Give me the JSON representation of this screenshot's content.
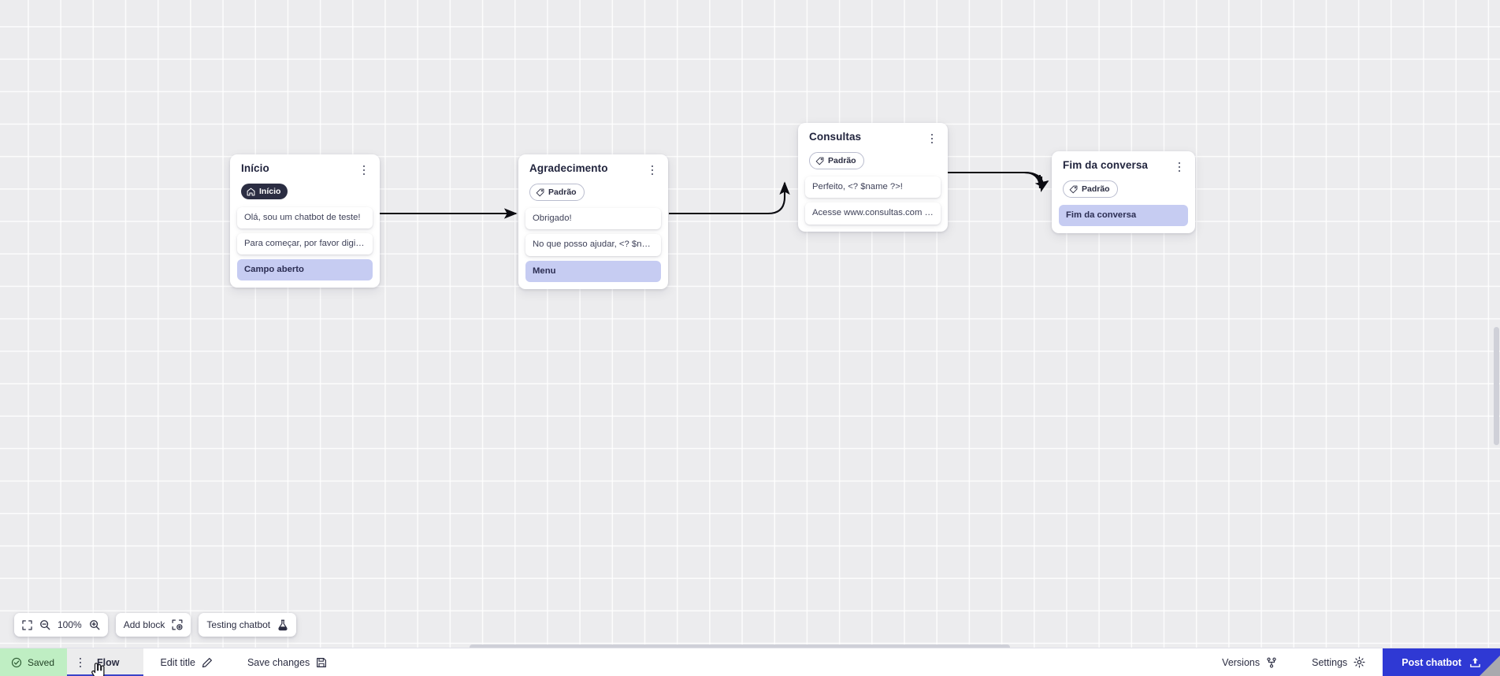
{
  "canvas": {
    "zoom_level": "100%",
    "nodes": [
      {
        "id": "inicio",
        "title": "Início",
        "badge": {
          "label": "Início",
          "icon": "home-icon",
          "style": "dark"
        },
        "rows": [
          {
            "text": "Olá, sou um chatbot de teste!",
            "type": "message"
          },
          {
            "text": "Para começar, por favor digite o ...",
            "type": "message"
          },
          {
            "text": "Campo aberto",
            "type": "action"
          }
        ]
      },
      {
        "id": "agradecimento",
        "title": "Agradecimento",
        "badge": {
          "label": "Padrão",
          "icon": "tag-icon",
          "style": "outline"
        },
        "rows": [
          {
            "text": "Obrigado!",
            "type": "message"
          },
          {
            "text": "No que posso ajudar, <? $name ...",
            "type": "message"
          },
          {
            "text": "Menu",
            "type": "action"
          }
        ]
      },
      {
        "id": "consultas",
        "title": "Consultas",
        "badge": {
          "label": "Padrão",
          "icon": "tag-icon",
          "style": "outline"
        },
        "rows": [
          {
            "text": "Perfeito, <? $name ?>!",
            "type": "message"
          },
          {
            "text": "Acesse www.consultas.com par...",
            "type": "message"
          }
        ]
      },
      {
        "id": "fim",
        "title": "Fim da conversa",
        "badge": {
          "label": "Padrão",
          "icon": "tag-icon",
          "style": "outline"
        },
        "rows": [
          {
            "text": "Fim da conversa",
            "type": "action"
          }
        ]
      }
    ]
  },
  "toolbar": {
    "fit_icon": "fit-screen-icon",
    "zoom_out_icon": "zoom-out-icon",
    "zoom_level": "100%",
    "zoom_in_icon": "zoom-in-icon",
    "add_block_label": "Add block",
    "add_block_icon": "add-block-icon",
    "testing_label": "Testing chatbot",
    "testing_icon": "flask-icon"
  },
  "bottombar": {
    "saved_label": "Saved",
    "saved_icon": "check-circle-icon",
    "flow_label": "Flow",
    "flow_kebab_icon": "kebab-icon",
    "edit_title_label": "Edit title",
    "edit_title_icon": "pencil-icon",
    "save_changes_label": "Save changes",
    "save_changes_icon": "save-disk-icon",
    "versions_label": "Versions",
    "versions_icon": "branch-icon",
    "settings_label": "Settings",
    "settings_icon": "gear-icon",
    "post_label": "Post chatbot",
    "post_icon": "upload-icon"
  },
  "colors": {
    "accent": "#2f39d4",
    "saved_bg": "#bfeec3",
    "action_row": "#c6ccf2",
    "badge_dark": "#2b2d42",
    "canvas_bg": "#ececee"
  }
}
